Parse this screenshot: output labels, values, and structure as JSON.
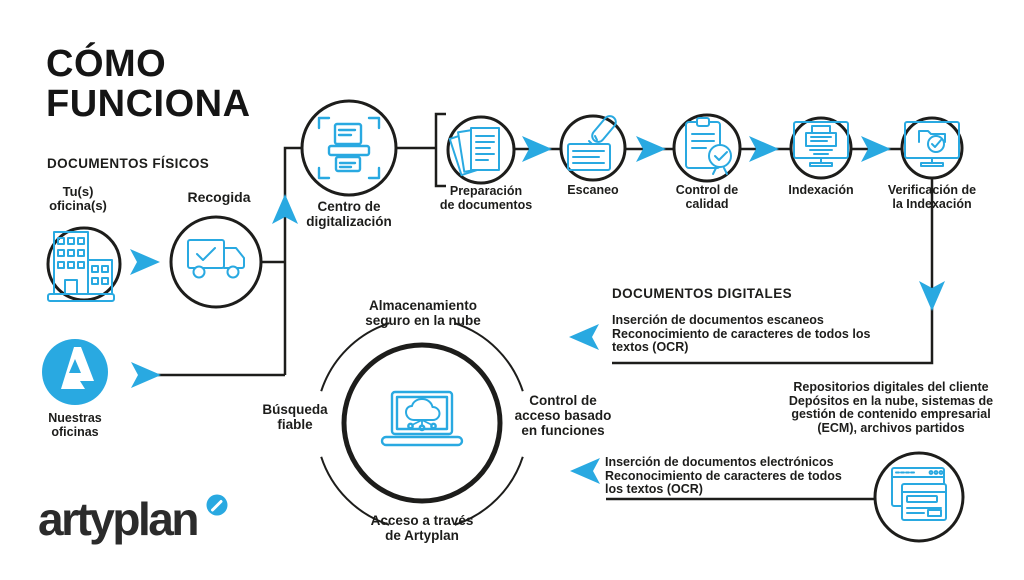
{
  "title": "CÓMO\nFUNCIONA",
  "sections": {
    "fisicos": "DOCUMENTOS FÍSICOS",
    "digitales": "DOCUMENTOS DIGITALES"
  },
  "nodes": {
    "oficinas": "Tu(s)\noficina(s)",
    "recogida": "Recogida",
    "centro": "Centro de\ndigitalización",
    "preparacion": "Preparación\nde documentos",
    "escaneo": "Escaneo",
    "control": "Control de\ncalidad",
    "indexacion": "Indexación",
    "verificacion": "Verificación de\nla Indexación",
    "nuestras": "Nuestras\noficinas"
  },
  "hub": {
    "top": "Almacenamiento\nseguro en la nube",
    "right": "Control de\nacceso basado\nen funciones",
    "bottom": "Acceso a través\nde Artyplan",
    "left": "Búsqueda\nfiable"
  },
  "annotations": {
    "ocr_escaneados": "Inserción de documentos escaneos\nReconocimiento de caracteres de todos los\ntextos (OCR)",
    "repositorios": "Repositorios digitales del cliente\nDepósitos en la nube, sistemas de\ngestión de contenido empresarial\n(ECM), archivos partidos",
    "ocr_electronicos": "Inserción de documentos electrónicos\nReconocimiento de caracteres de todos\nlos textos (OCR)"
  },
  "logo": {
    "wordmark": "artyplan"
  },
  "colors": {
    "accent": "#29a9e1",
    "ink": "#1d1d1b"
  }
}
